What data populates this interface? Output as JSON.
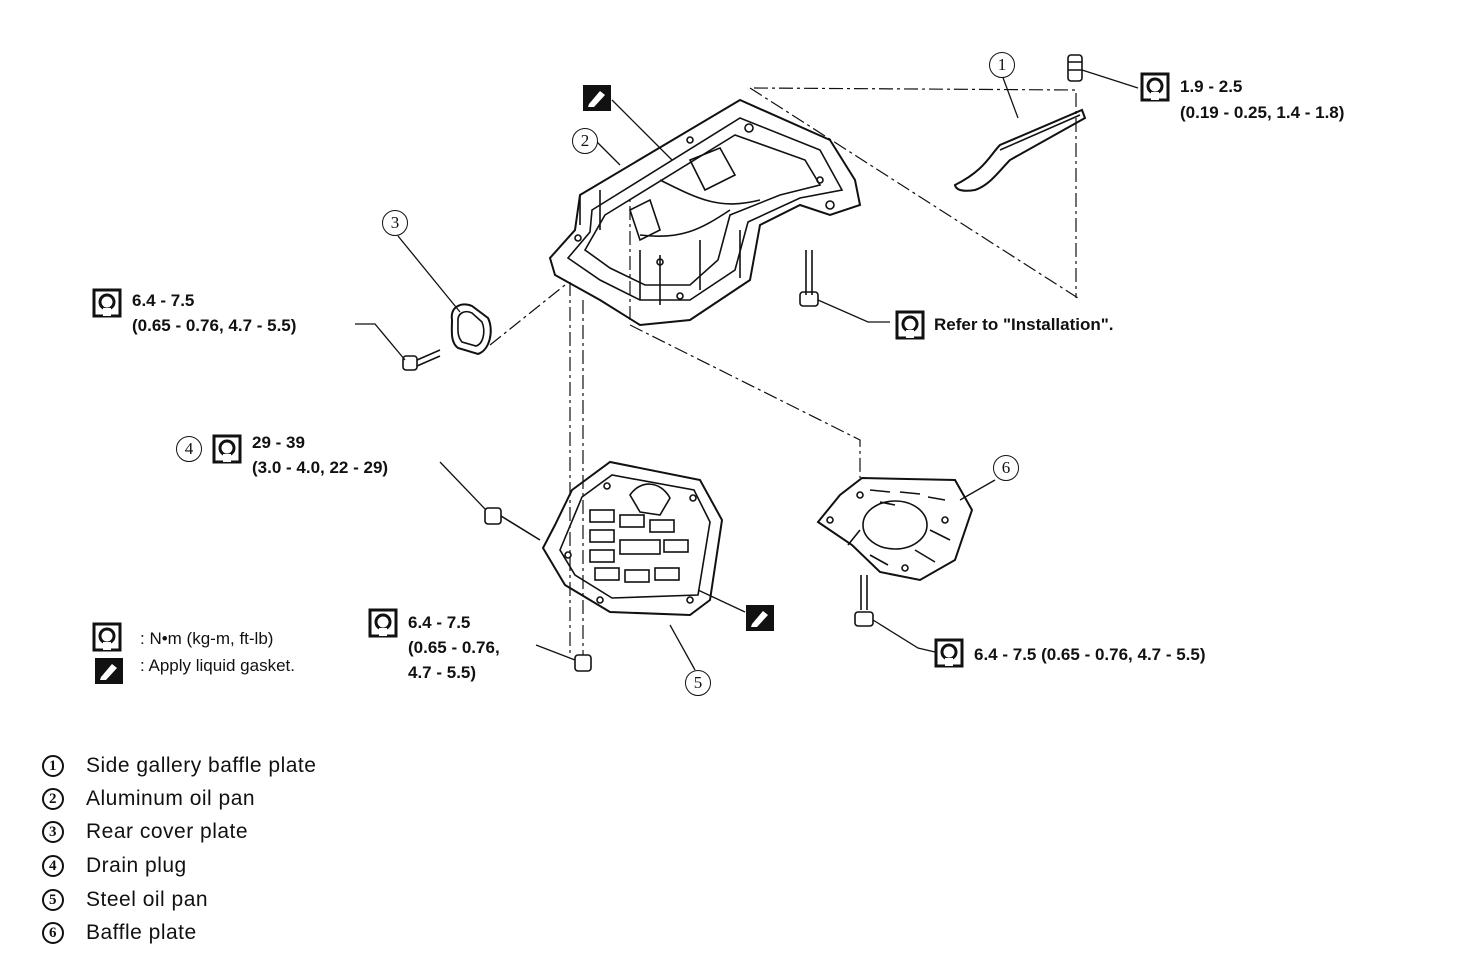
{
  "callouts": {
    "c1": "1",
    "c2": "2",
    "c3": "3",
    "c4": "4",
    "c5": "5",
    "c6": "6"
  },
  "torque": {
    "baffle_bolt_nm": "1.9 - 2.5",
    "baffle_bolt_alt": "(0.19 - 0.25, 1.4 - 1.8)",
    "rear_cover_nm": "6.4 - 7.5",
    "rear_cover_alt": "(0.65 - 0.76, 4.7 - 5.5)",
    "drain_plug_nm": "29 - 39",
    "drain_plug_alt": "(3.0 - 4.0, 22 - 29)",
    "steel_pan_nm": "6.4 - 7.5",
    "steel_pan_alt1": "(0.65 - 0.76,",
    "steel_pan_alt2": "4.7 - 5.5)",
    "baffle_plate_full": "6.4 - 7.5 (0.65 - 0.76, 4.7 - 5.5)",
    "install_ref": "Refer to \"Installation\"."
  },
  "key": {
    "torque_units": ": N•m (kg-m, ft-lb)",
    "liquid_gasket": ": Apply liquid gasket."
  },
  "legend": [
    {
      "num": "1",
      "label": "Side gallery baffle plate"
    },
    {
      "num": "2",
      "label": "Aluminum oil pan"
    },
    {
      "num": "3",
      "label": "Rear cover plate"
    },
    {
      "num": "4",
      "label": "Drain plug"
    },
    {
      "num": "5",
      "label": "Steel oil pan"
    },
    {
      "num": "6",
      "label": "Baffle plate"
    }
  ],
  "icons": {
    "torque": "torque-wrench-icon",
    "gasket": "liquid-gasket-icon"
  },
  "colors": {
    "ink": "#111111",
    "paper": "#ffffff"
  }
}
